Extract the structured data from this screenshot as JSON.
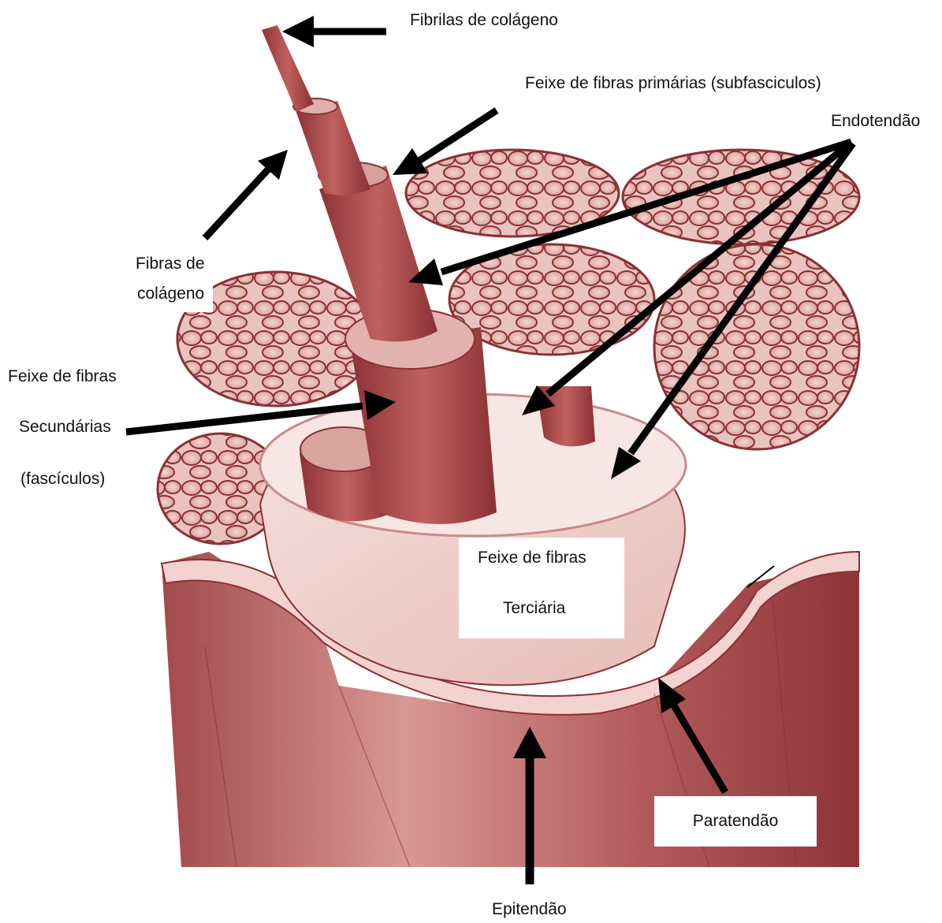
{
  "labels": {
    "fibrilas": "Fibrilas de colágeno",
    "primarias": "Feixe de fibras primárias (subfasciculos)",
    "endotendao": "Endotendão",
    "fibras_line1": "Fibras de",
    "fibras_line2": "colágeno",
    "secundarias_line1": "Feixe de fibras",
    "secundarias_line2": "Secundárias",
    "secundarias_line3": "(fascículos)",
    "terciaria_line1": "Feixe de fibras",
    "terciaria_line2": "Terciária",
    "paratendao": "Paratendão",
    "epitendao": "Epitendão"
  },
  "colors": {
    "tissue_dark": "#9b3a3d",
    "tissue_mid": "#c2696a",
    "tissue_light": "#e9c1bd",
    "tissue_pale": "#f7e6e3",
    "arrow": "#000000"
  }
}
